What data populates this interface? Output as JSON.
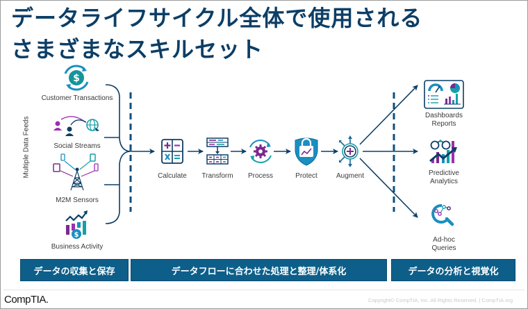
{
  "title": {
    "line1": "データライフサイクル全体で使用される",
    "line2": "さまざまなスキルセット"
  },
  "sources": {
    "group_label": "Multiple Data Feeds",
    "items": [
      {
        "label": "Customer Transactions",
        "icon": "dollar-cycle-icon"
      },
      {
        "label": "Social Streams",
        "icon": "social-globe-icon"
      },
      {
        "label": "M2M Sensors",
        "icon": "cell-tower-icon"
      },
      {
        "label": "Business Activity",
        "icon": "growth-chart-dollar-icon"
      }
    ]
  },
  "steps": [
    {
      "label": "Calculate",
      "icon": "calculator-icon"
    },
    {
      "label": "Transform",
      "icon": "table-transform-icon"
    },
    {
      "label": "Process",
      "icon": "gear-cycle-icon"
    },
    {
      "label": "Protect",
      "icon": "shield-lock-icon"
    },
    {
      "label": "Augment",
      "icon": "augment-plus-icon"
    }
  ],
  "outputs": [
    {
      "line1": "Dashboards",
      "line2": "Reports",
      "icon": "dashboard-icon"
    },
    {
      "line1": "Predictive",
      "line2": "Analytics",
      "icon": "binoculars-trend-icon"
    },
    {
      "line1": "Ad-hoc",
      "line2": "Queries",
      "icon": "magnifier-query-icon"
    }
  ],
  "phases": [
    {
      "label": "データの収集と保存"
    },
    {
      "label": "データフローに合わせた処理と整理/体系化"
    },
    {
      "label": "データの分析と視覚化"
    }
  ],
  "footer": {
    "logo": "CompTIA.",
    "copyright": "Copyright© CompTIA, Inc. All Rights Reserved.  |  CompTIA.org"
  },
  "colors": {
    "navy": "#0c3e66",
    "blue": "#1a8fc0",
    "teal": "#15a0a8",
    "purple": "#7b2a8e",
    "phase_bar": "#0d5f8a"
  }
}
